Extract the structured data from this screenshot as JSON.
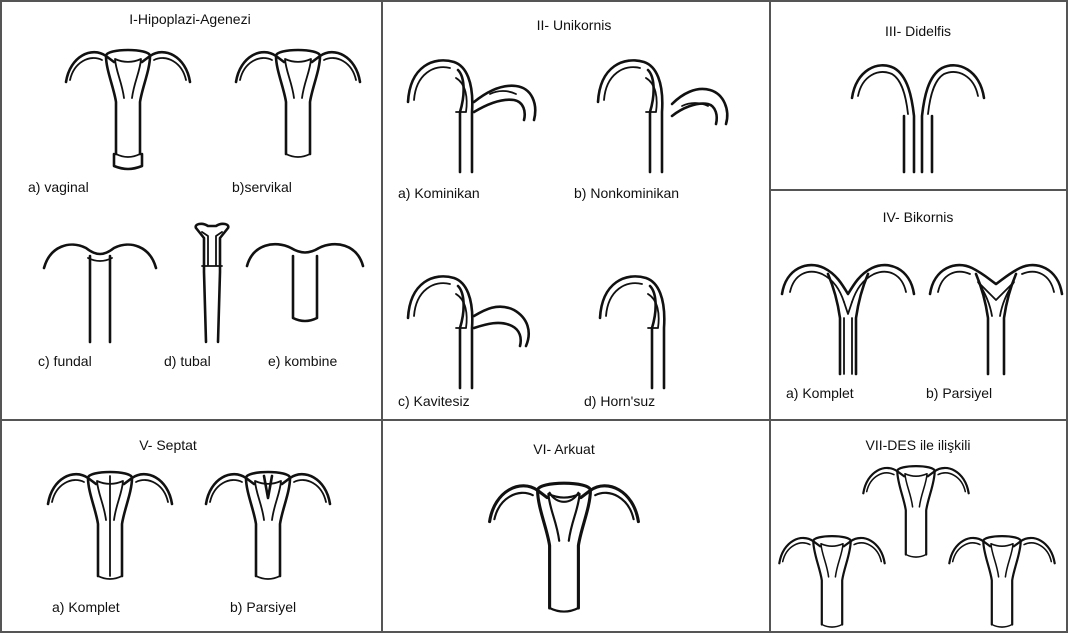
{
  "panels": {
    "p1": {
      "title": "I-Hipoplazi-Agenezi",
      "items": [
        "a) vaginal",
        "b)servikal",
        "c) fundal",
        "d) tubal",
        "e) kombine"
      ]
    },
    "p2": {
      "title": "II- Unikornis",
      "items": [
        "a) Kominikan",
        "b) Nonkominikan",
        "c) Kavitesiz",
        "d) Horn'suz"
      ]
    },
    "p3": {
      "title": "III- Didelfis",
      "items": []
    },
    "p4": {
      "title": "IV- Bikornis",
      "items": [
        "a) Komplet",
        "b) Parsiyel"
      ]
    },
    "p5": {
      "title": "V- Septat",
      "items": [
        "a) Komplet",
        "b) Parsiyel"
      ]
    },
    "p6": {
      "title": "VI- Arkuat",
      "items": []
    },
    "p7": {
      "title": "VII-DES ile ilişkili",
      "items": []
    }
  }
}
